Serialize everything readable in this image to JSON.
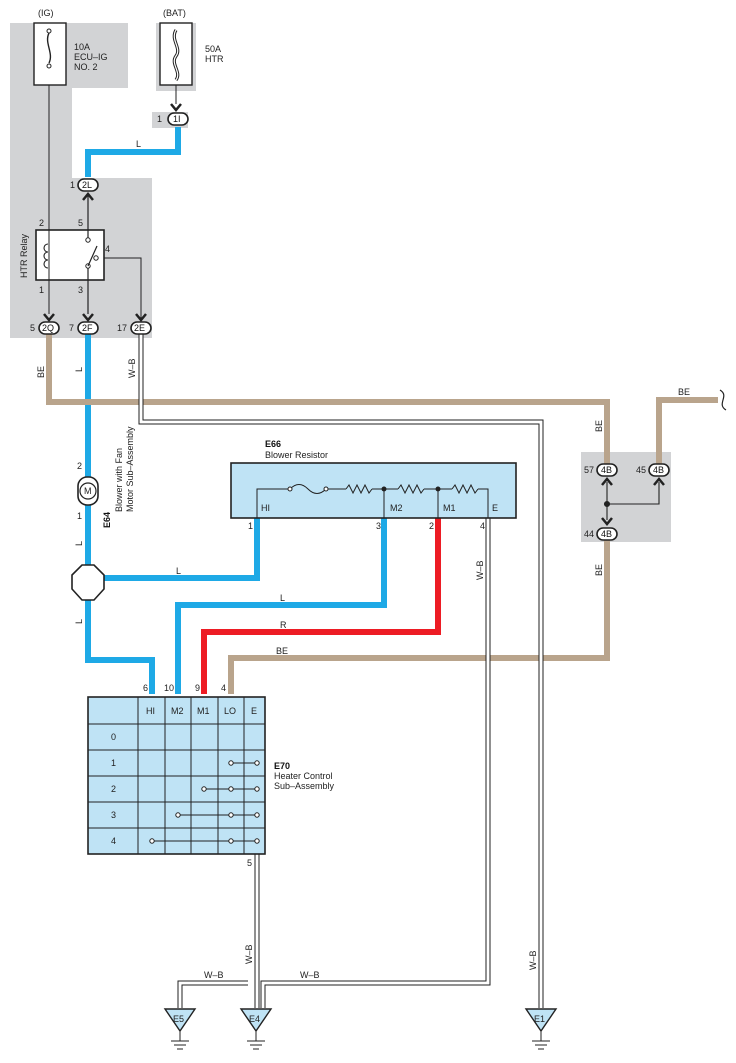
{
  "power": {
    "ig_label": "(IG)",
    "bat_label": "(BAT)",
    "fuse_ig": {
      "rating": "10A",
      "name1": "ECU–IG",
      "name2": "NO. 2"
    },
    "fuse_bat": {
      "rating": "50A",
      "name1": "HTR"
    }
  },
  "relay": {
    "label": "HTR Relay",
    "pins": [
      "2",
      "5",
      "1",
      "3",
      "4"
    ]
  },
  "connectors": {
    "c1I": {
      "code": "1I",
      "pin": "1"
    },
    "c2L": {
      "code": "2L",
      "pin": "1"
    },
    "c2Q": {
      "code": "2Q",
      "pin": "5"
    },
    "c2F": {
      "code": "2F",
      "pin": "7"
    },
    "c2E": {
      "code": "2E",
      "pin": "17"
    },
    "c4B_57": {
      "code": "4B",
      "pin": "57"
    },
    "c4B_45": {
      "code": "4B",
      "pin": "45"
    },
    "c4B_44": {
      "code": "4B",
      "pin": "44"
    }
  },
  "motor": {
    "code": "E64",
    "name1": "Blower with Fan",
    "name2": "Motor Sub–Assembly",
    "symbol": "M",
    "pin_top": "2",
    "pin_bottom": "1"
  },
  "resistor": {
    "code": "E66",
    "name": "Blower Resistor",
    "terminals": [
      "HI",
      "M2",
      "M1",
      "E"
    ],
    "pins": [
      "1",
      "3",
      "2",
      "4"
    ]
  },
  "control": {
    "code": "E70",
    "name1": "Heater Control",
    "name2": "Sub–Assembly",
    "columns": [
      "HI",
      "M2",
      "M1",
      "LO",
      "E"
    ],
    "rows": [
      "0",
      "1",
      "2",
      "3",
      "4"
    ],
    "top_pins": [
      "6",
      "10",
      "9",
      "4"
    ],
    "bottom_pin": "5"
  },
  "grounds": [
    "E5",
    "E4",
    "E1"
  ],
  "wires": {
    "L": "L",
    "R": "R",
    "BE": "BE",
    "WB": "W–B"
  },
  "colors": {
    "blue": "#1ea9e6",
    "red": "#ed1c24",
    "tan": "#b9a48c",
    "gray_box": "#d2d3d5",
    "light_blue": "#bfe3f5"
  }
}
